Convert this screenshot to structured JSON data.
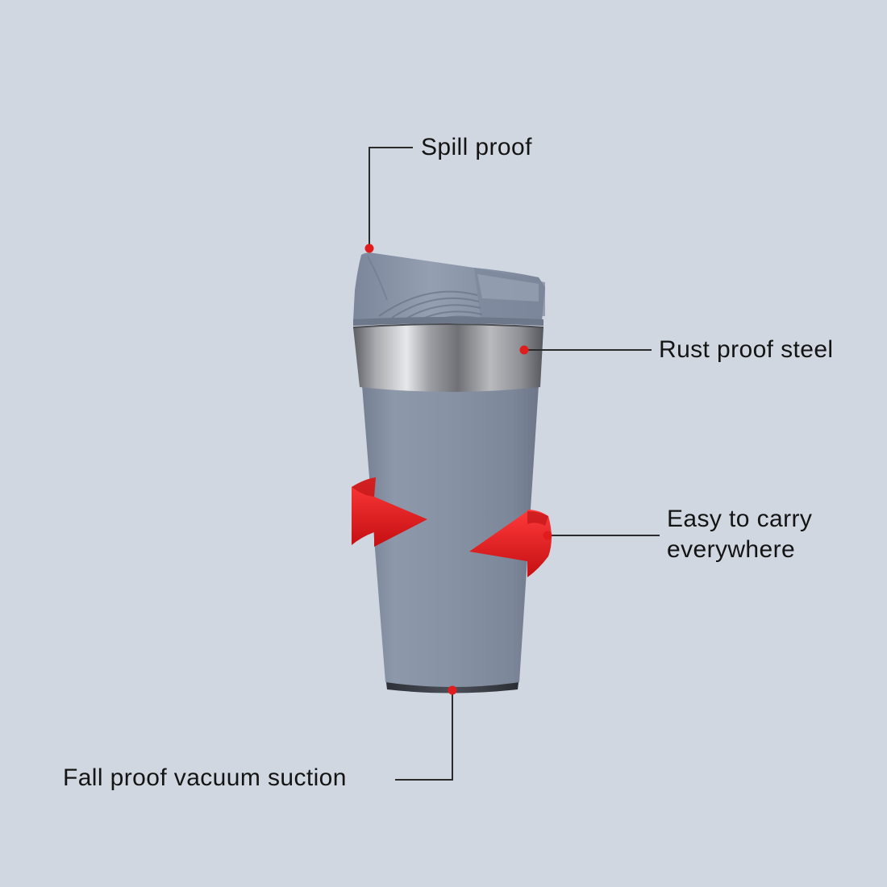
{
  "colors": {
    "background": "#d0d7e1",
    "cup_body": "#8894a5",
    "cup_lid": "#8c96a9",
    "steel_band": "#a8aaaf",
    "base": "#3b3f47",
    "accent_red": "#e01c1c",
    "callout_line": "#2b2b2b",
    "text": "#141414"
  },
  "callouts": {
    "spill_proof": "Spill proof",
    "rust_proof": "Rust proof steel",
    "easy_carry": {
      "line1": "Easy to carry",
      "line2": "everywhere"
    },
    "fall_proof": "Fall proof vacuum suction"
  },
  "icons": {
    "arrow_left": "curved-arrow-right-pointing-icon",
    "arrow_right": "curved-arrow-left-pointing-icon"
  }
}
